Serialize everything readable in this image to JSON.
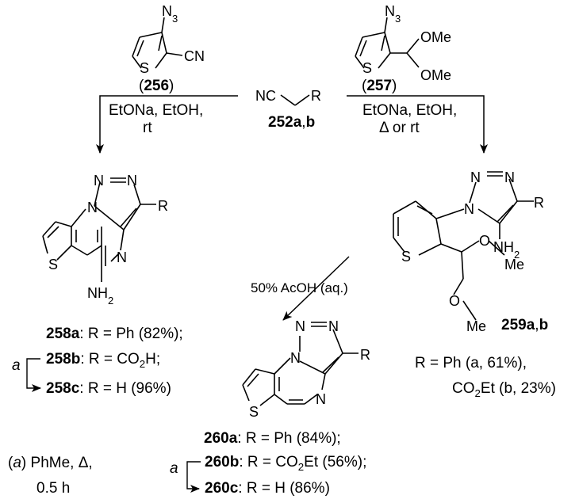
{
  "reagents": {
    "r256": {
      "id": "256",
      "groups": [
        "N3",
        "CN"
      ]
    },
    "r257": {
      "id": "257",
      "groups": [
        "N3",
        "OMe",
        "OMe"
      ]
    },
    "nitrile": {
      "id": "252",
      "suffix_a": "a",
      "sep": ",",
      "suffix_b": "b",
      "groups": [
        "NC",
        "R"
      ]
    }
  },
  "conditions": {
    "left": [
      "EtONa, EtOH,",
      "rt"
    ],
    "right": [
      "EtONa, EtOH,",
      "Δ or rt"
    ],
    "acid": "50% AcOH (aq.)",
    "footnote": {
      "mark": "a",
      "line1": "PhMe, Δ,",
      "line2": "0.5 h"
    }
  },
  "products": {
    "p258": {
      "atoms": [
        "N",
        "N",
        "N",
        "R",
        "N",
        "S",
        "NH2"
      ],
      "label_a": "258a",
      "text_a": ": R = Ph (82%);",
      "label_b": "258b",
      "text_b": ": R = CO2H;",
      "label_c": "258c",
      "text_c": ": R = H (96%)",
      "arrow_mark": "a"
    },
    "p259": {
      "atoms": [
        "N",
        "N",
        "N",
        "R",
        "NH2",
        "S",
        "O",
        "Me",
        "O",
        "Me"
      ],
      "id": "259",
      "suffix_a": "a",
      "sep": ",",
      "suffix_b": "b",
      "r_def_line1": "R = Ph (a, 61%),",
      "r_def_line2": "CO2Et (b, 23%)"
    },
    "p260": {
      "atoms": [
        "N",
        "N",
        "N",
        "R",
        "N",
        "S"
      ],
      "label_a": "260a",
      "text_a": ": R = Ph (84%);",
      "label_b": "260b",
      "text_b": ": R = CO2Et (56%);",
      "label_c": "260c",
      "text_c": ": R = H (86%)",
      "arrow_mark": "a"
    }
  }
}
